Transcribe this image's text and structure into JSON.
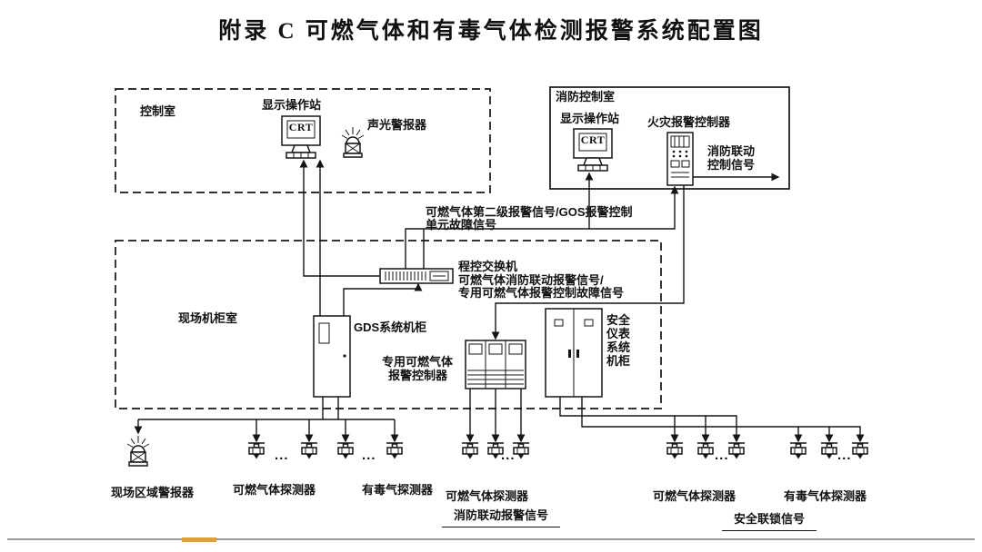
{
  "title": "附录 C  可燃气体和有毒气体检测报警系统配置图",
  "control_room": {
    "label": "控制室",
    "display_station": "显示操作站",
    "crt": "CRT",
    "sound_light_alarm": "声光警报器"
  },
  "fire_control_room": {
    "label": "消防控制室",
    "display_station": "显示操作站",
    "crt": "CRT",
    "fire_alarm_controller": "火灾报警控制器",
    "linkage_signal_line1": "消防联动",
    "linkage_signal_line2": "控制信号"
  },
  "field_cabinet_room": {
    "label": "现场机柜室",
    "pbx_switch": "程控交换机",
    "gds_cabinet": "GDS系统机柜",
    "dedicated_controller_line1": "专用可燃气体",
    "dedicated_controller_line2": "报警控制器",
    "sis_cabinet_chars": [
      "安全",
      "仪表",
      "系统",
      "机柜"
    ]
  },
  "signals": {
    "second_level_line1": "可燃气体第二级报警信号/GOS报警控制",
    "second_level_line2": "单元故障信号",
    "pbx_out_line1": "可燃气体消防联动报警信号/",
    "pbx_out_line2": "专用可燃气体报警控制故障信号",
    "fire_linkage_alarm": "消防联动报警信号",
    "safety_interlock": "安全联锁信号"
  },
  "field_devices": {
    "area_alarm": "现场区域警报器",
    "group1_label": "可燃气体探测器",
    "group2_label": "有毒气探测器",
    "group3_label": "可燃气体探测器",
    "group4_label": "可燃气体探测器",
    "group5_label": "有毒气体探测器",
    "ellipsis": "..."
  }
}
